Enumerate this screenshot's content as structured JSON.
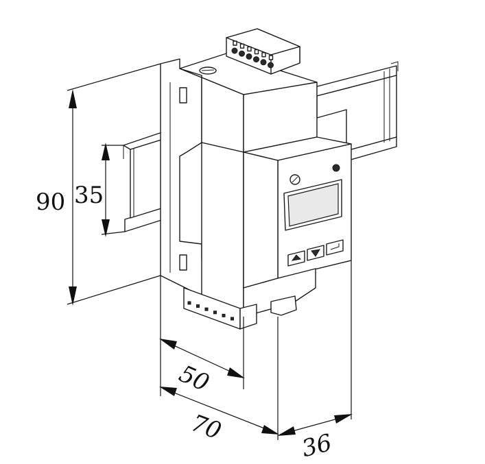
{
  "dimensions": {
    "height_total": "90",
    "rail_height": "35",
    "body_depth": "50",
    "overall_depth": "70",
    "width": "36"
  }
}
